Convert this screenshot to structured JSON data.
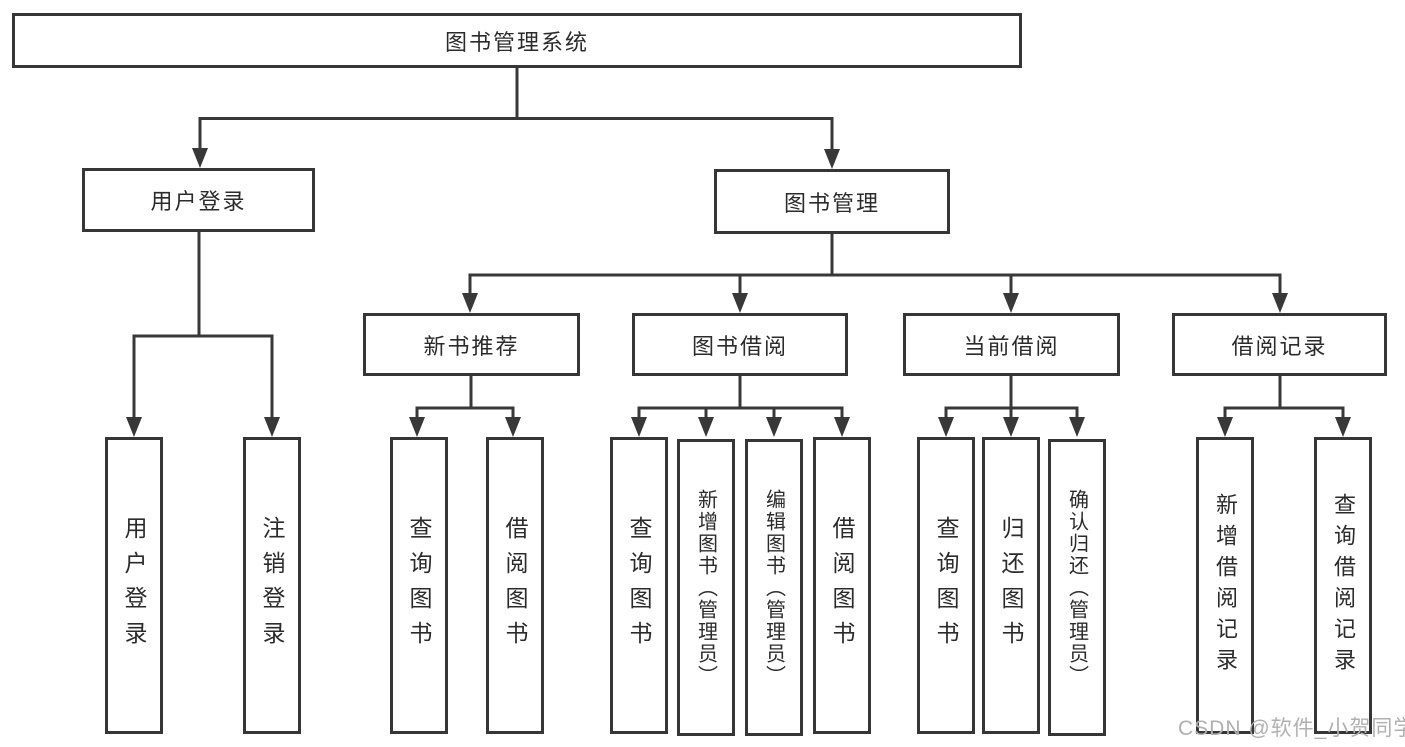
{
  "colors": {
    "box_border": "#363636",
    "connector": "#383838",
    "text": "#2b2b2b",
    "watermark_text": "#b0b0b0",
    "background": "#ffffff"
  },
  "root": {
    "label": "图书管理系统"
  },
  "level2": [
    {
      "label": "用户登录"
    },
    {
      "label": "图书管理"
    }
  ],
  "level3": [
    {
      "label": "新书推荐"
    },
    {
      "label": "图书借阅"
    },
    {
      "label": "当前借阅"
    },
    {
      "label": "借阅记录"
    }
  ],
  "leaves": [
    {
      "label": "用户登录"
    },
    {
      "label": "注销登录"
    },
    {
      "label": "查询图书"
    },
    {
      "label": "借阅图书"
    },
    {
      "label": "查询图书"
    },
    {
      "label": "新增图书（管理员）"
    },
    {
      "label": "编辑图书（管理员）"
    },
    {
      "label": "借阅图书"
    },
    {
      "label": "查询图书"
    },
    {
      "label": "归还图书"
    },
    {
      "label": "确认归还（管理员）"
    },
    {
      "label": "新增借阅记录"
    },
    {
      "label": "查询借阅记录"
    }
  ],
  "watermark": {
    "label": "CSDN @软件_小贺同学"
  }
}
